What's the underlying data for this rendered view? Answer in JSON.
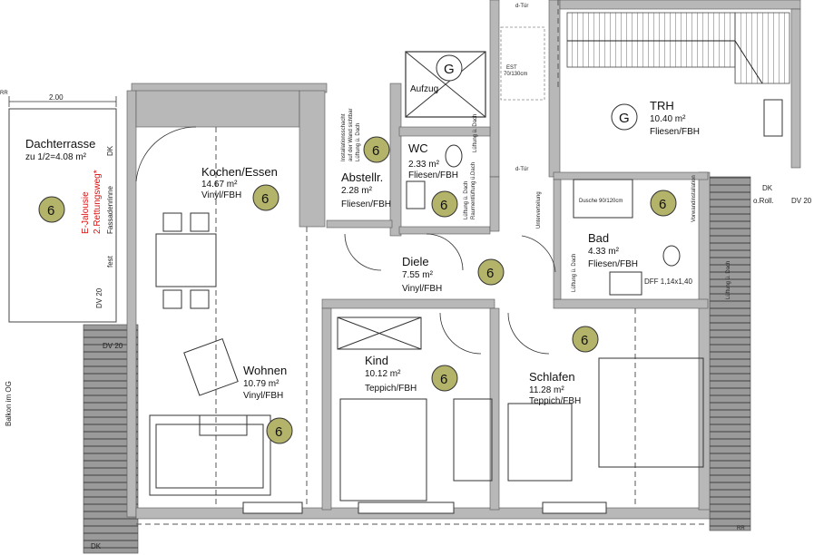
{
  "rooms": {
    "dachterrasse": {
      "name": "Dachterrasse",
      "area": "zu 1/2=4.08 m²",
      "marker": "6"
    },
    "kochen": {
      "name": "Kochen/Essen",
      "area": "14.67 m²",
      "floor": "Vinyl/FBH",
      "marker": "6"
    },
    "abstell": {
      "name": "Abstellr.",
      "area": "2.28 m²",
      "floor": "Fliesen/FBH",
      "marker": "6"
    },
    "wc": {
      "name": "WC",
      "area": "2.33 m²",
      "floor": "Fliesen/FBH",
      "marker": "6"
    },
    "trh": {
      "name": "TRH",
      "area": "10.40 m²",
      "floor": "Fliesen/FBH",
      "marker": "G"
    },
    "aufzug": {
      "name": "Aufzug",
      "marker": "G"
    },
    "diele": {
      "name": "Diele",
      "area": "7.55 m²",
      "floor": "Vinyl/FBH",
      "marker": "6"
    },
    "bad": {
      "name": "Bad",
      "area": "4.33 m²",
      "floor": "Fliesen/FBH",
      "marker": "6"
    },
    "wohnen": {
      "name": "Wohnen",
      "area": "10.79 m²",
      "floor": "Vinyl/FBH",
      "marker": "6"
    },
    "kind": {
      "name": "Kind",
      "area": "10.12 m²",
      "floor": "Teppich/FBH",
      "marker": "6"
    },
    "schlafen": {
      "name": "Schlafen",
      "area": "11.28 m²",
      "floor": "Teppich/FBH",
      "marker": "6"
    }
  },
  "annotations": {
    "dimension": "2.00",
    "rr_top": "RR",
    "rr_bottom": "RR",
    "dk_left": "DK",
    "dk_bottom": "DK",
    "dk_right": "DK",
    "o_roll": "o.Roll.",
    "dv20_right": "DV 20",
    "dv20_vertical": "DV 20",
    "dv20_bottom": "DV 20",
    "fest": "fest",
    "fassadenrinne": "Fassadenrinne",
    "e_jalousie": "E-Jalousie",
    "rettungsweg": "2.Rettungsweg*",
    "balkon": "Balkon im OG",
    "d_tuer_top": "d-Tür",
    "d_tuer_mid": "d-Tür",
    "est": "EST",
    "est_size": "70/130cm",
    "dusche": "Dusche 90/120cm",
    "dff": "DFF 1,14x1,40",
    "installation": "Installationsschacht",
    "wand_hinweis": "auf der Wand sichtbar",
    "lueftung_dach": "Lüftung ü. Dach",
    "raumentlueftung": "Raumentlüftung ü.Dach",
    "unterverteilung": "Unterverteilung",
    "vorwand": "Vorwandinstallation"
  }
}
